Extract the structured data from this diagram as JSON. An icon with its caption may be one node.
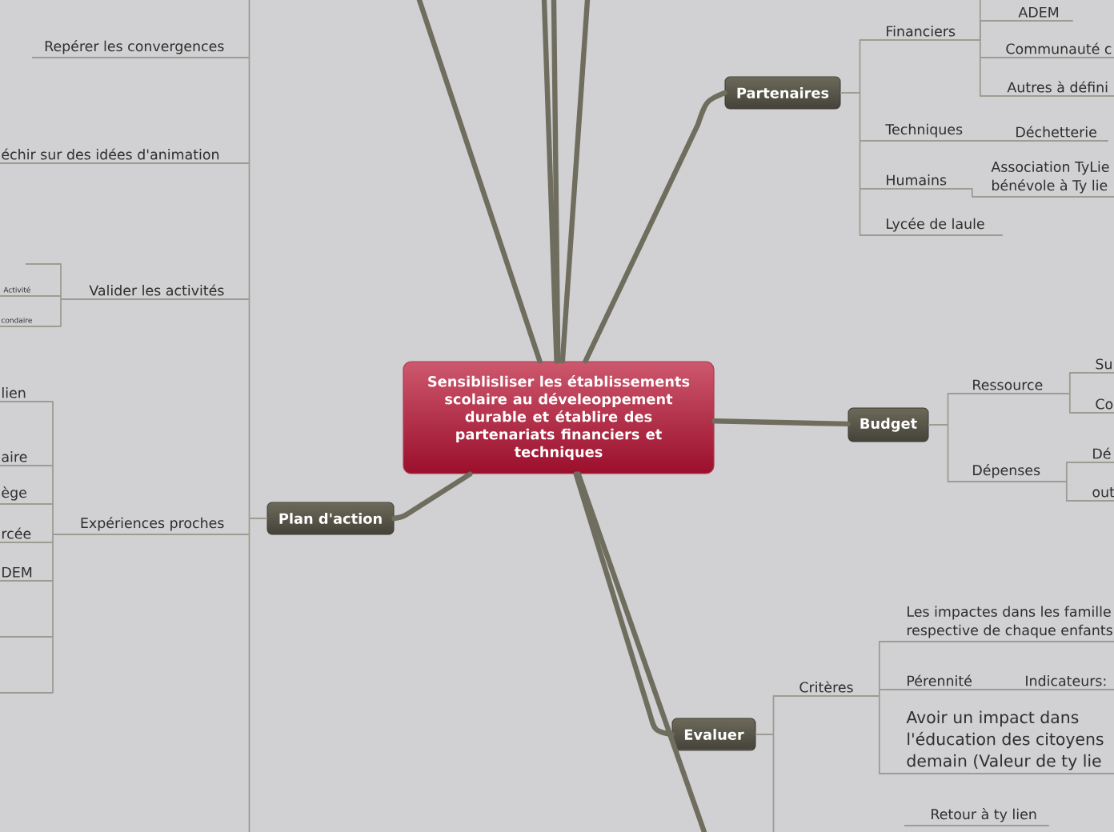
{
  "diagram": {
    "nodes": [
      {
        "text": [
          "Sensiblisliser les établissements scolaire au déveleoppement durable et établire des partenariats financiers et techniques"
        ]
      },
      {
        "text": [
          "Partenaires"
        ]
      },
      {
        "text": [
          "Financiers"
        ]
      },
      {
        "text": [
          "ADEM"
        ]
      },
      {
        "text": [
          "Communauté c"
        ]
      },
      {
        "text": [
          "Autres à défini"
        ]
      },
      {
        "text": [
          "Techniques"
        ]
      },
      {
        "text": [
          "Déchetterie"
        ]
      },
      {
        "text": [
          "Humains"
        ]
      },
      {
        "text": [
          "Association TyLie bénévole à Ty lie"
        ]
      },
      {
        "text": [
          "Lycée de laule"
        ]
      },
      {
        "text": [
          "Budget"
        ]
      },
      {
        "text": [
          "Ressource"
        ]
      },
      {
        "text": [
          "Su"
        ]
      },
      {
        "text": [
          "Co"
        ]
      },
      {
        "text": [
          "Dépenses"
        ]
      },
      {
        "text": [
          "Dé"
        ]
      },
      {
        "text": [
          "out"
        ]
      },
      {
        "text": [
          "Evaluer"
        ]
      },
      {
        "text": [
          "Critères"
        ]
      },
      {
        "text": [
          "Les impactes dans les famille respective de chaque enfants"
        ]
      },
      {
        "text": [
          "Pérennité"
        ]
      },
      {
        "text": [
          "Indicateurs:"
        ]
      },
      {
        "text": [
          "Avoir un impact dans l'éducation des citoyens demain (Valeur de ty lie"
        ]
      },
      {
        "text": [
          "Retour à ty lien"
        ]
      },
      {
        "text": [
          "Plan d'action"
        ]
      },
      {
        "text": [
          "Repérer les convergences"
        ]
      },
      {
        "text": [
          "échir sur des idées d'animation"
        ]
      },
      {
        "text": [
          "Valider les activités"
        ]
      },
      {
        "text": [],
        "shape": "line"
      },
      {
        "text": [
          "Activité"
        ]
      },
      {
        "text": [
          "condaire"
        ]
      },
      {
        "text": [
          "Expériences proches"
        ]
      },
      {
        "text": [
          "lien"
        ]
      },
      {
        "text": [
          "aire"
        ]
      },
      {
        "text": [
          "ège"
        ]
      },
      {
        "text": [
          "rcée"
        ]
      },
      {
        "text": [
          "DEM"
        ]
      },
      {
        "text": [],
        "shape": "line"
      },
      {
        "text": [],
        "shape": "line"
      }
    ],
    "edges": [
      {
        "from": 0,
        "to": 1,
        "arrow": "none",
        "style": "thick",
        "color": "#6f6d5e"
      },
      {
        "from": 0,
        "to": 11,
        "arrow": "none",
        "style": "thick",
        "color": "#6f6d5e"
      },
      {
        "from": 0,
        "to": 18,
        "arrow": "none",
        "style": "thick",
        "color": "#6f6d5e"
      },
      {
        "from": 0,
        "to": 25,
        "arrow": "none",
        "style": "thick",
        "color": "#6f6d5e"
      },
      {
        "from": 0,
        "to": null,
        "arrow": "none",
        "style": "thick",
        "color": "#6f6d5e"
      },
      {
        "from": 0,
        "to": null,
        "arrow": "none",
        "style": "thick",
        "color": "#6f6d5e"
      },
      {
        "from": 0,
        "to": null,
        "arrow": "none",
        "style": "thick",
        "color": "#6f6d5e"
      },
      {
        "from": 0,
        "to": null,
        "arrow": "none",
        "style": "thick",
        "color": "#6f6d5e"
      },
      {
        "from": 0,
        "to": null,
        "arrow": "none",
        "style": "thick",
        "color": "#6f6d5e"
      },
      {
        "from": 1,
        "to": 2,
        "arrow": "none"
      },
      {
        "from": 1,
        "to": 6,
        "arrow": "none"
      },
      {
        "from": 1,
        "to": 8,
        "arrow": "none"
      },
      {
        "from": 1,
        "to": 10,
        "arrow": "none"
      },
      {
        "from": 2,
        "to": 3,
        "arrow": "none"
      },
      {
        "from": 2,
        "to": 4,
        "arrow": "none"
      },
      {
        "from": 2,
        "to": 5,
        "arrow": "none"
      },
      {
        "from": 2,
        "to": null,
        "arrow": "none"
      },
      {
        "from": 6,
        "to": 7,
        "arrow": "none"
      },
      {
        "from": 8,
        "to": 9,
        "arrow": "none"
      },
      {
        "from": 11,
        "to": 12,
        "arrow": "none"
      },
      {
        "from": 11,
        "to": 15,
        "arrow": "none"
      },
      {
        "from": 12,
        "to": 13,
        "arrow": "none"
      },
      {
        "from": 12,
        "to": 14,
        "arrow": "none"
      },
      {
        "from": 15,
        "to": 16,
        "arrow": "none"
      },
      {
        "from": 15,
        "to": 17,
        "arrow": "none"
      },
      {
        "from": 18,
        "to": 19,
        "arrow": "none"
      },
      {
        "from": 18,
        "to": null,
        "arrow": "none"
      },
      {
        "from": 19,
        "to": 20,
        "arrow": "none"
      },
      {
        "from": 19,
        "to": 21,
        "arrow": "none"
      },
      {
        "from": 19,
        "to": 23,
        "arrow": "none"
      },
      {
        "from": 21,
        "to": 22,
        "arrow": "none"
      },
      {
        "from": 25,
        "to": 26,
        "arrow": "none"
      },
      {
        "from": 25,
        "to": 27,
        "arrow": "none"
      },
      {
        "from": 25,
        "to": 28,
        "arrow": "none"
      },
      {
        "from": 25,
        "to": 32,
        "arrow": "none"
      },
      {
        "from": 25,
        "to": null,
        "arrow": "none"
      },
      {
        "from": 28,
        "to": 29,
        "arrow": "none"
      },
      {
        "from": 28,
        "to": 30,
        "arrow": "none"
      },
      {
        "from": 28,
        "to": 31,
        "arrow": "none"
      },
      {
        "from": 32,
        "to": 33,
        "arrow": "none"
      },
      {
        "from": 32,
        "to": 34,
        "arrow": "none"
      },
      {
        "from": 32,
        "to": 35,
        "arrow": "none"
      },
      {
        "from": 32,
        "to": 36,
        "arrow": "none"
      },
      {
        "from": 32,
        "to": 37,
        "arrow": "none"
      },
      {
        "from": 32,
        "to": 38,
        "arrow": "none"
      },
      {
        "from": 32,
        "to": 39,
        "arrow": "none"
      }
    ]
  }
}
